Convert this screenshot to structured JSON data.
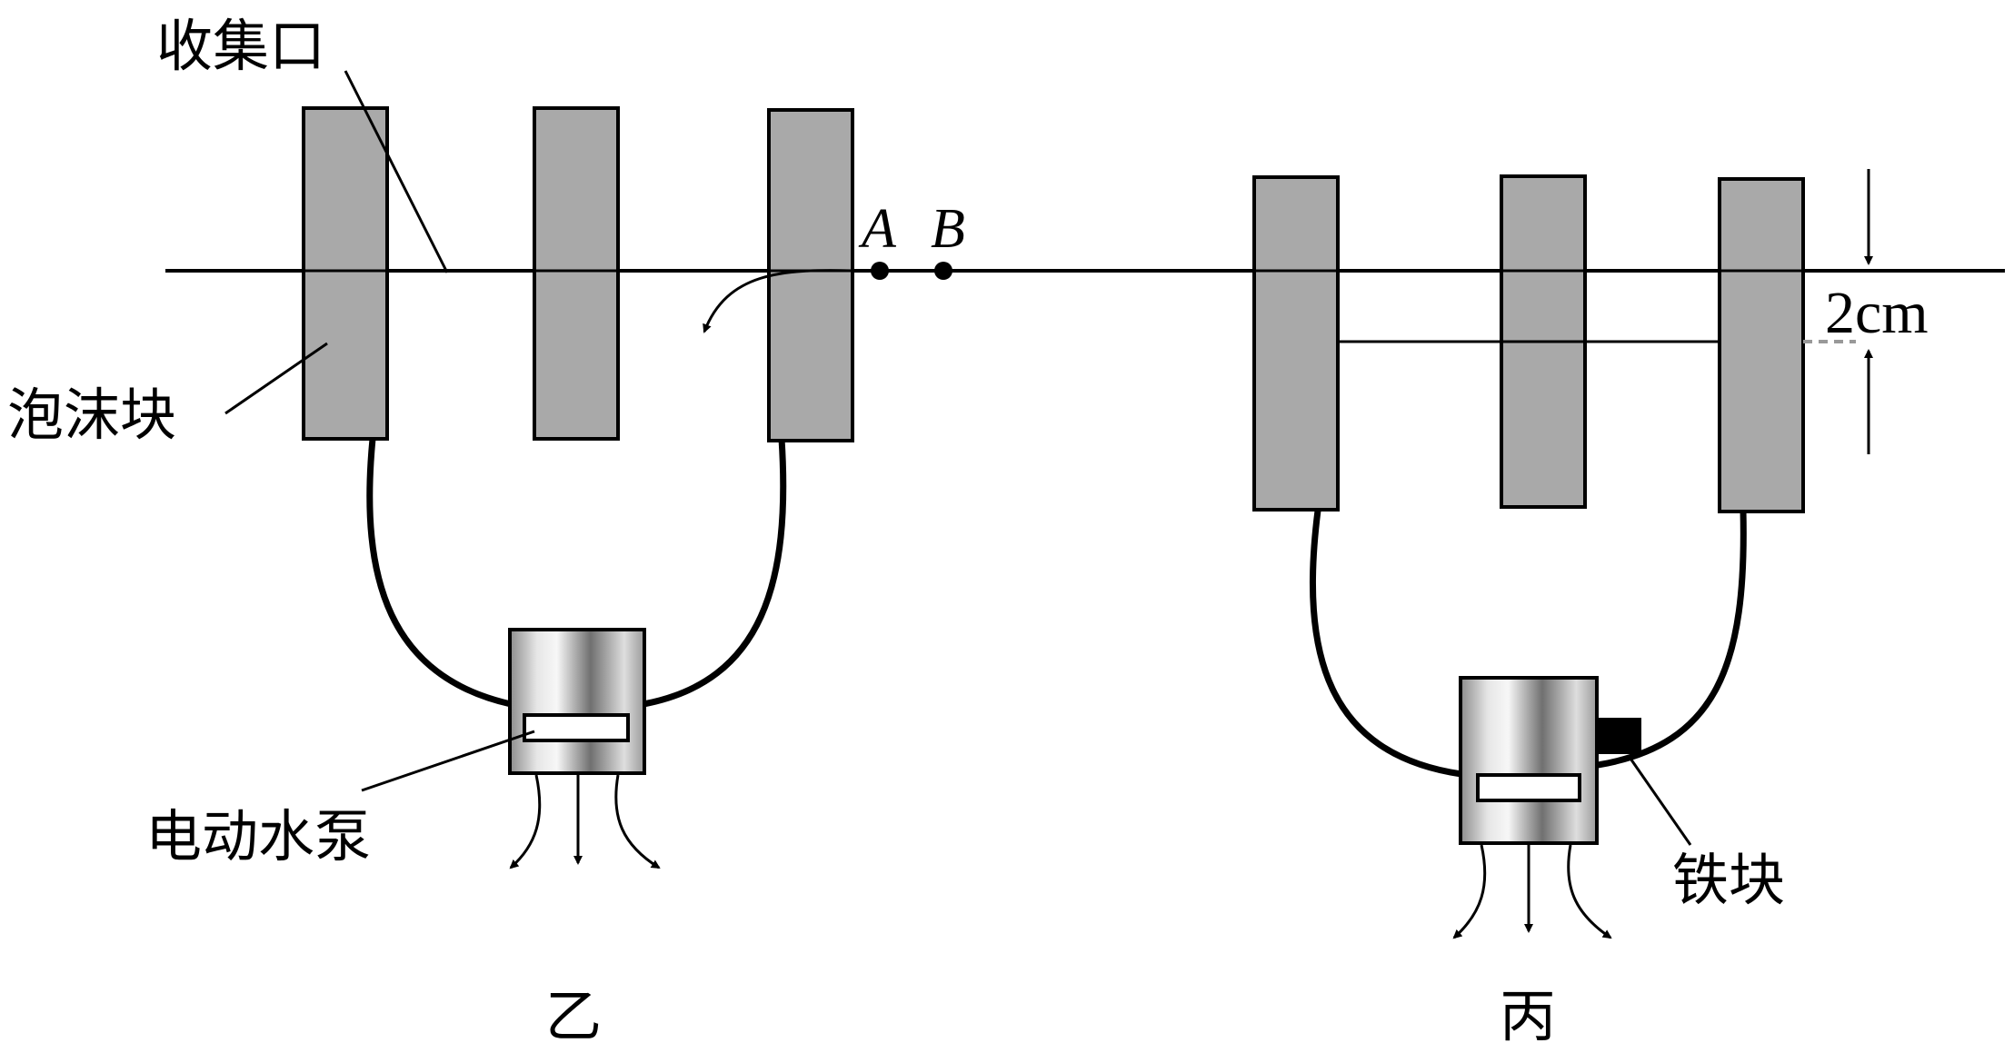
{
  "labels": {
    "collection_port": "收集口",
    "foam_block": "泡沫块",
    "electric_pump": "电动水泵",
    "iron_block": "铁块",
    "point_a": "A",
    "point_b": "B",
    "depth": "2cm",
    "figure_left": "乙",
    "figure_right": "丙"
  },
  "colors": {
    "foam_fill": "#a9a9a9",
    "outline": "#000000",
    "dashed_marker": "#999999"
  }
}
